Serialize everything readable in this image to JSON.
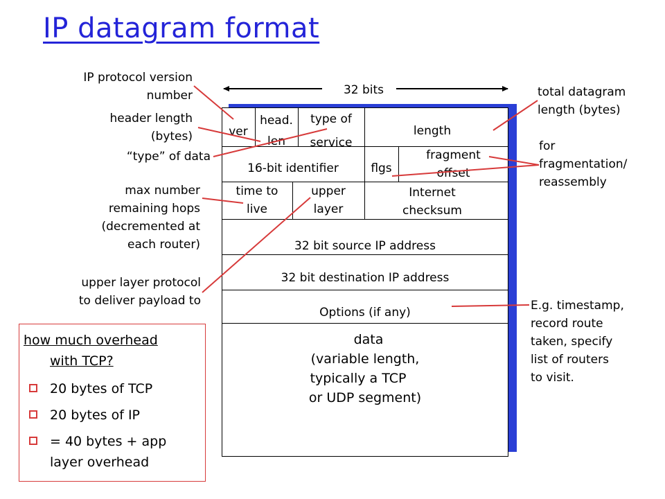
{
  "title": "IP datagram format",
  "width_label": "32 bits",
  "fields": {
    "ver": "ver",
    "head_len_1": "head.",
    "head_len_2": "len",
    "tos_1": "type of",
    "tos_2": "service",
    "length": "length",
    "identifier": "16-bit identifier",
    "flags": "flgs",
    "frag_1": "fragment",
    "frag_2": "offset",
    "ttl_1": "time to",
    "ttl_2": "live",
    "upper_1": "upper",
    "upper_2": "layer",
    "checksum_1": "Internet",
    "checksum_2": "checksum",
    "src": "32 bit source IP address",
    "dst": "32 bit destination IP address",
    "options": "Options (if any)",
    "data_1": "data",
    "data_2": "(variable length,",
    "data_3": "typically a TCP",
    "data_4": "or UDP segment)"
  },
  "left_labels": {
    "version_1": "IP protocol version",
    "version_2": "number",
    "hlen_1": "header length",
    "hlen_2": "(bytes)",
    "tos": "“type” of data",
    "ttl_1": "max number",
    "ttl_2": "remaining hops",
    "ttl_3": "(decremented at",
    "ttl_4": "each router)",
    "upper_1": "upper layer protocol",
    "upper_2": "to deliver payload to"
  },
  "right_labels": {
    "total_1": "total datagram",
    "total_2": "length (bytes)",
    "frag_1": "for",
    "frag_2": "fragmentation/",
    "frag_3": "reassembly",
    "opt_1": "E.g. timestamp,",
    "opt_2": "record route",
    "opt_3": "taken, specify",
    "opt_4": "list of routers",
    "opt_5": "to visit."
  },
  "overhead": {
    "heading_1": "how much overhead",
    "heading_2": "with TCP?",
    "items": [
      "20 bytes of TCP",
      "20 bytes of IP",
      "= 40 bytes + app",
      "layer overhead"
    ]
  },
  "colors": {
    "title": "#2424d8",
    "shadow": "#2a3fd6",
    "pointer": "#d73a3a"
  }
}
